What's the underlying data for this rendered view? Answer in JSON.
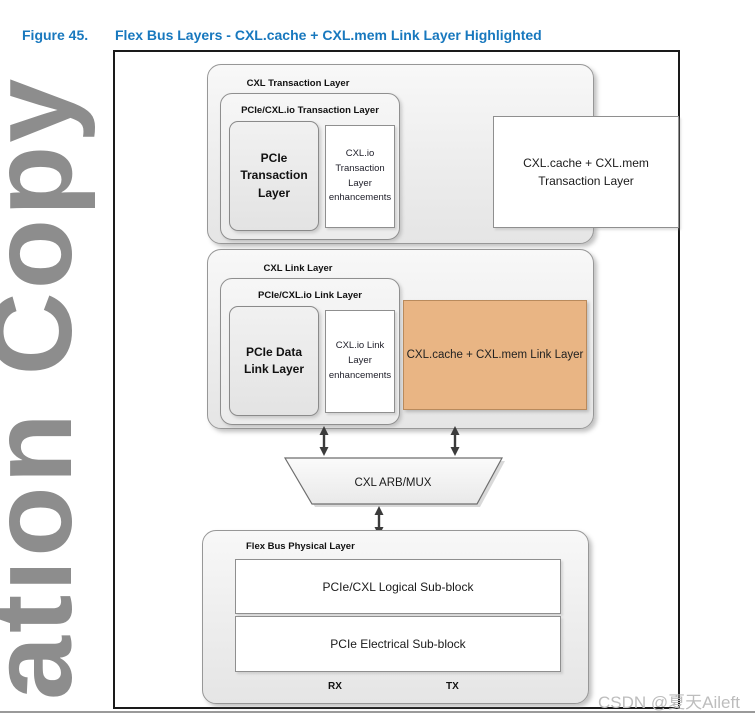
{
  "header": {
    "figure_label": "Figure 45.",
    "figure_title": "Flex Bus Layers - CXL.cache + CXL.mem Link Layer Highlighted"
  },
  "watermark": {
    "text": "ation Copy",
    "csdn": "CSDN @夏天Aileft"
  },
  "diagram": {
    "transaction": {
      "title": "CXL Transaction Layer",
      "pcie_cxlio_title": "PCIe/CXL.io Transaction Layer",
      "pcie_box": "PCIe Transaction Layer",
      "enh_box": "CXL.io Transaction Layer enhancements",
      "cachemem_box": "CXL.cache + CXL.mem Transaction Layer"
    },
    "link": {
      "title": "CXL Link Layer",
      "pcie_cxlio_title": "PCIe/CXL.io Link Layer",
      "pcie_box": "PCIe Data Link Layer",
      "enh_box": "CXL.io Link Layer enhancements",
      "cachemem_box": "CXL.cache + CXL.mem Link Layer"
    },
    "arbmux": "CXL ARB/MUX",
    "physical": {
      "title": "Flex Bus Physical Layer",
      "logical": "PCIe/CXL Logical Sub-block",
      "electrical": "PCIe Electrical Sub-block",
      "rx": "RX",
      "tx": "TX"
    }
  },
  "colors": {
    "title_blue": "#1878be",
    "highlight_orange": "#e9b584",
    "watermark_gray": "#8d8d8d",
    "csdn_gray": "#bdbdbd"
  }
}
